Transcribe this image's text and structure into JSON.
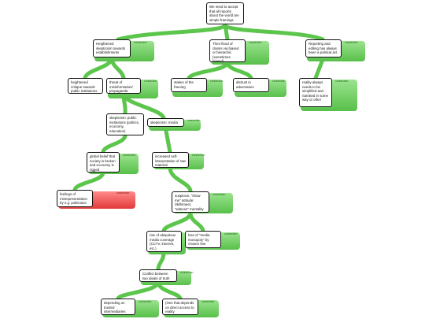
{
  "nodes": {
    "n_root": {
      "text": "We need to accept that all reports about the world are simple framings"
    },
    "n_skept": {
      "text": "Heightened skepticism towards establishments",
      "tag": "connection"
    },
    "n_flood": {
      "text": "Then flood of claims via biased or hierarchic (sometimes biased)",
      "tag": "connection"
    },
    "n_report": {
      "text": "Reporting and editing has always been a political act",
      "tag": "connection"
    },
    "n_critique": {
      "text": "heightened critique towards public institutions"
    },
    "n_misinfo": {
      "text": "threat of misinformation/ propaganda",
      "tag": "connection"
    },
    "n_stakes": {
      "text": "stakes of the framing",
      "tag": "connection"
    },
    "n_distrust": {
      "text": "distrust in adversaries",
      "tag": "connection"
    },
    "n_reality": {
      "text": "reality always needs to be simplified and narrated in some way or other",
      "tag": "connection"
    },
    "n_skepdom": {
      "text": "skepticism: public institutions (politics, economy, education)"
    },
    "n_media": {
      "text": "skepticism: media",
      "tag": "connection"
    },
    "n_global": {
      "text": "global belief that society is broken and economy is rigged",
      "tag": "connection"
    },
    "n_selfint": {
      "text": "increased self-interpretation of raw material",
      "tag": "connection"
    },
    "n_feelings": {
      "text": "feelings of misrepresentation by e.g. politicians",
      "tag": "connection"
    },
    "n_suspicion": {
      "text": "suspicion, \"show me\" attitude: Skillsmeet, \"witness\" mentality",
      "tag": "connection"
    },
    "n_rise": {
      "text": "rise of ubiquitous media coverage (CCTV, internet, etc.)",
      "tag": "connection"
    },
    "n_loss": {
      "text": "loss of \"media monopoly\" by chosen few",
      "tag": "connection"
    },
    "n_conflict": {
      "text": "Conflict between two ideals of truth",
      "tag": "connection"
    },
    "n_depending": {
      "text": "depending on trusted intermediaries",
      "tag": "connection"
    },
    "n_direct": {
      "text": "(One that depends on direct access to reality",
      "tag": "connection"
    }
  },
  "colors": {
    "connector": "#5cc64c",
    "connector_red": "#e23a3a",
    "border": "#111111"
  }
}
